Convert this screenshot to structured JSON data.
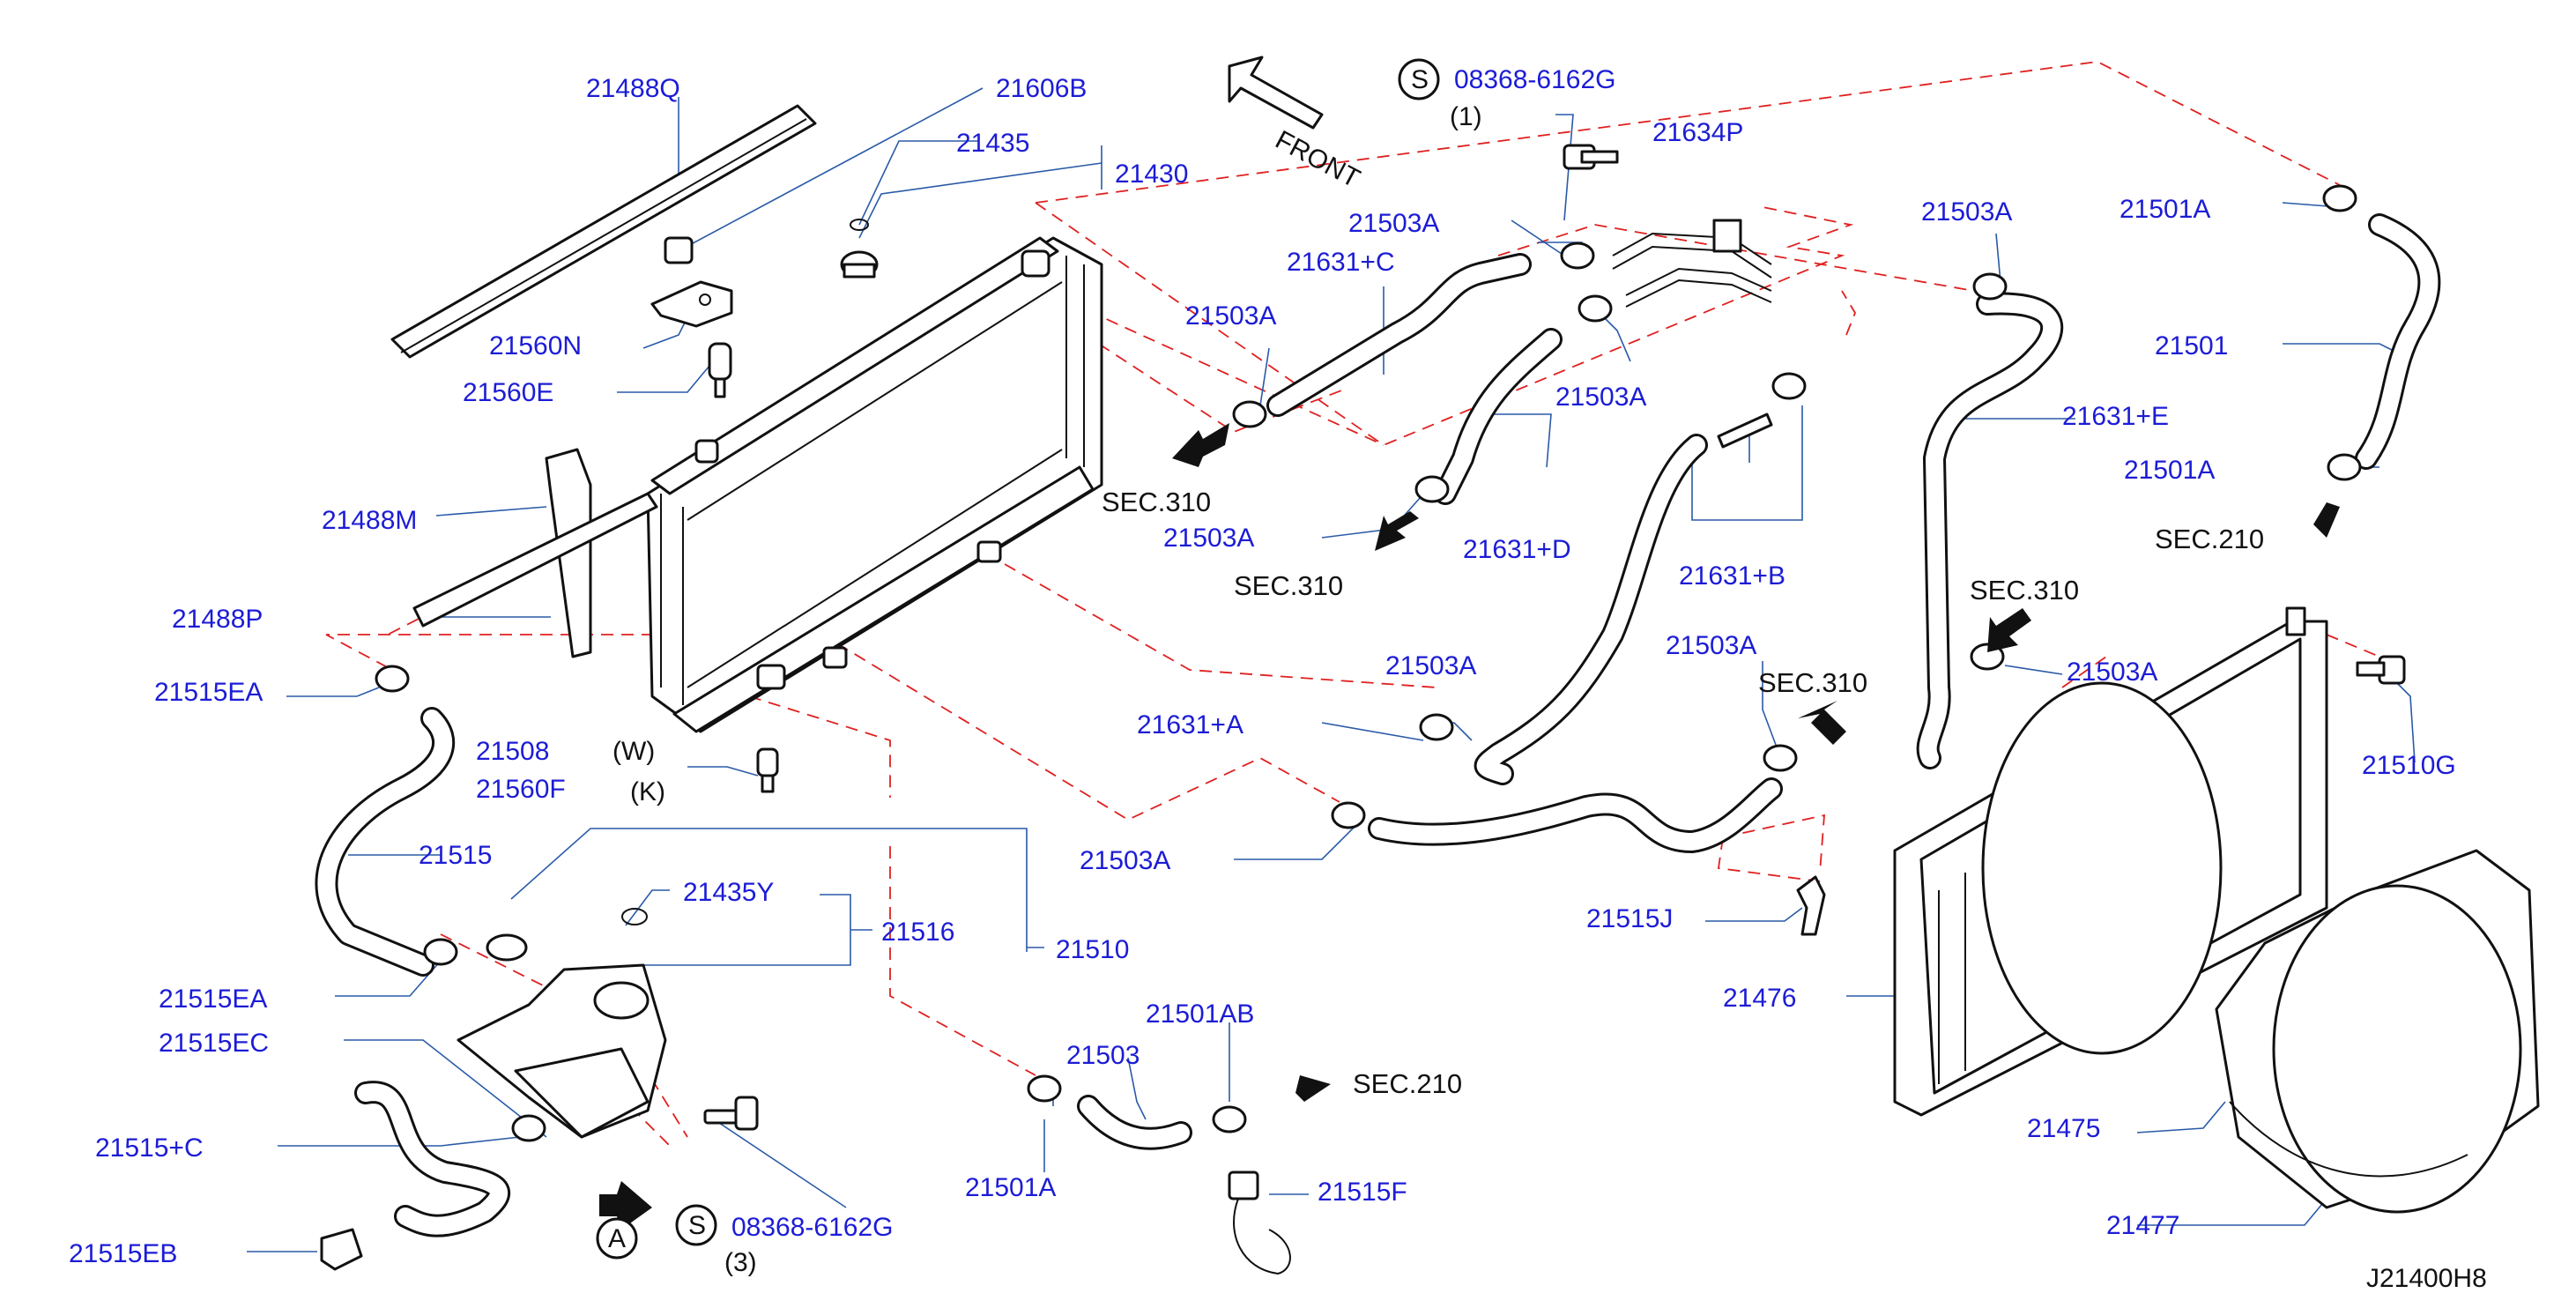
{
  "diagram_code": "J21400H8",
  "front_label": "FRONT",
  "screw_symbol": "S",
  "circle_a": "A",
  "colors": {
    "label": "#1c1cd6",
    "leader": "#2a5aa8",
    "dash": "#e02020",
    "line": "#111111"
  },
  "parts": {
    "p21488Q": "21488Q",
    "p21606B": "21606B",
    "p21435": "21435",
    "p21430": "21430",
    "p21560N": "21560N",
    "p21560E": "21560E",
    "p21488M": "21488M",
    "p21488P": "21488P",
    "p21515EA_top": "21515EA",
    "p21508": "21508",
    "p21560F": "21560F",
    "p21515": "21515",
    "p21515EA_bot": "21515EA",
    "p21515EC": "21515EC",
    "p21515C": "21515+C",
    "p21515EB": "21515EB",
    "p21435Y": "21435Y",
    "p21516": "21516",
    "p21510": "21510",
    "p08368_top": "08368-6162G",
    "p08368_bot": "08368-6162G",
    "p21634P": "21634P",
    "p21503A_1": "21503A",
    "p21631C": "21631+C",
    "p21503A_2": "21503A",
    "p21503A_3": "21503A",
    "p21503A_4": "21503A",
    "p21631D": "21631+D",
    "p21631B": "21631+B",
    "p21503A_5": "21503A",
    "p21631E": "21631+E",
    "p21503A_6": "21503A",
    "p21503A_7": "21503A",
    "p21503A_8": "21503A",
    "p21631A": "21631+A",
    "p21503A_9": "21503A",
    "p21515J": "21515J",
    "p21503": "21503",
    "p21501AB": "21501AB",
    "p21501A_bot": "21501A",
    "p21515F": "21515F",
    "p21501A_1": "21501A",
    "p21501": "21501",
    "p21501A_2": "21501A",
    "p21510G": "21510G",
    "p21476": "21476",
    "p21475": "21475",
    "p21477": "21477"
  },
  "qty": {
    "top": "(1)",
    "bot": "(3)",
    "w": "(W)",
    "k": "(K)"
  },
  "sections": {
    "sec310_a": "SEC.310",
    "sec310_b": "SEC.310",
    "sec310_c": "SEC.310",
    "sec310_d": "SEC.310",
    "sec210_a": "SEC.210",
    "sec210_b": "SEC.210"
  }
}
